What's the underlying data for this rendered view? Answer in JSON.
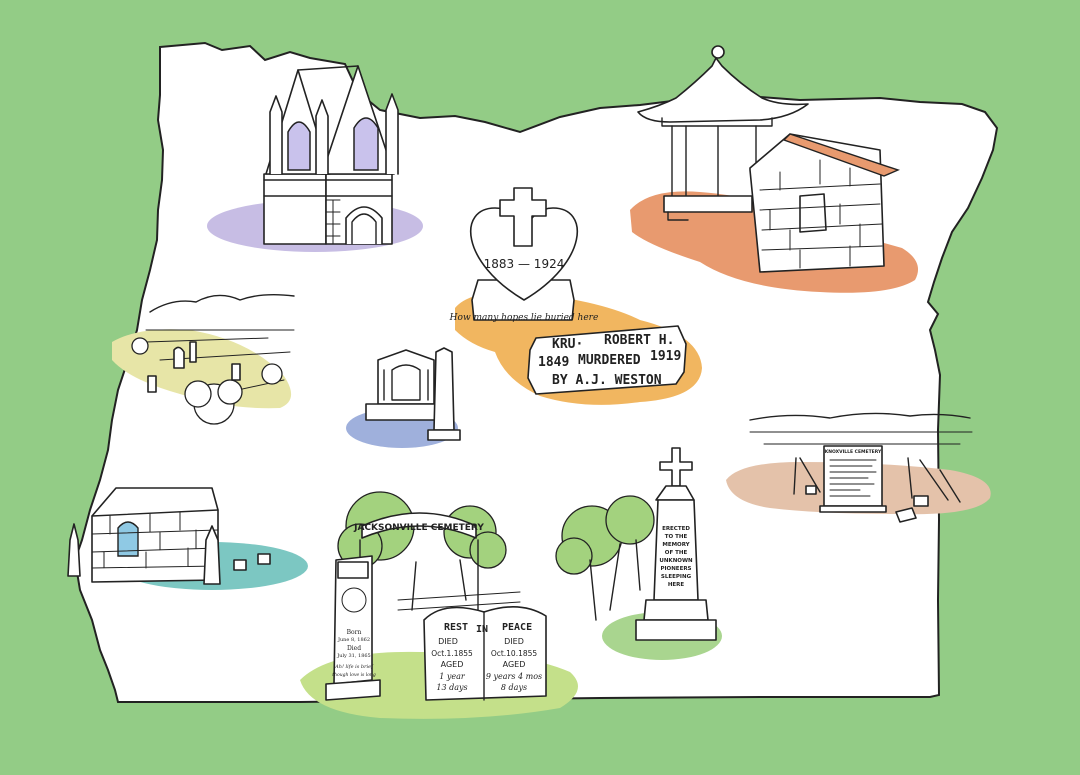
{
  "colors": {
    "background": "#93cc86",
    "state": "#ffffff",
    "purple_blob": "#c7bde4",
    "orange_blob": "#e89a6f",
    "amber_blob": "#f1b660",
    "yellow_blob": "#e7e5a7",
    "blue_blob": "#9fb0dc",
    "teal_blob": "#7cc7c2",
    "lime_blob": "#c4e08a",
    "green_blob": "#a9d58f",
    "peach_blob": "#e4c2aa",
    "window_tint": "#c9c2ec",
    "door_tint": "#8fc9e4",
    "tree_green": "#a3d27e"
  },
  "heart_stone": {
    "dates": "1883 — 1924",
    "epitaph": "How many hopes lie buried here"
  },
  "murder_slab": {
    "line1_start": "KRU·",
    "line1_end": "ROBERT H.",
    "line2_left": "1849",
    "line2_mid": "MURDERED",
    "line2_right": "1919",
    "line3": "BY A.J. WESTON"
  },
  "jacksonville": {
    "arch_sign": "JACKSONVILLE CEMETERY",
    "peace_left": "REST",
    "peace_mid": "IN",
    "peace_right": "PEACE",
    "left_col": [
      "DIED",
      "Oct.1.1855",
      "AGED",
      "1 year",
      "13 days"
    ],
    "right_col": [
      "DIED",
      "Oct.10.1855",
      "AGED",
      "9 years 4 mos",
      "8 days"
    ],
    "obelisk_text": [
      "Born",
      "June 8, 1862",
      "Died",
      "July 31, 1865",
      "Ah! life is brief",
      "though love is long"
    ]
  },
  "pioneer_monument": {
    "inscription": [
      "ERECTED",
      "TO THE",
      "MEMORY",
      "OF THE",
      "UNKNOWN",
      "PIONEERS",
      "SLEEPING",
      "HERE"
    ]
  },
  "coast_sign": {
    "title": "KNOXVILLE CEMETERY"
  }
}
